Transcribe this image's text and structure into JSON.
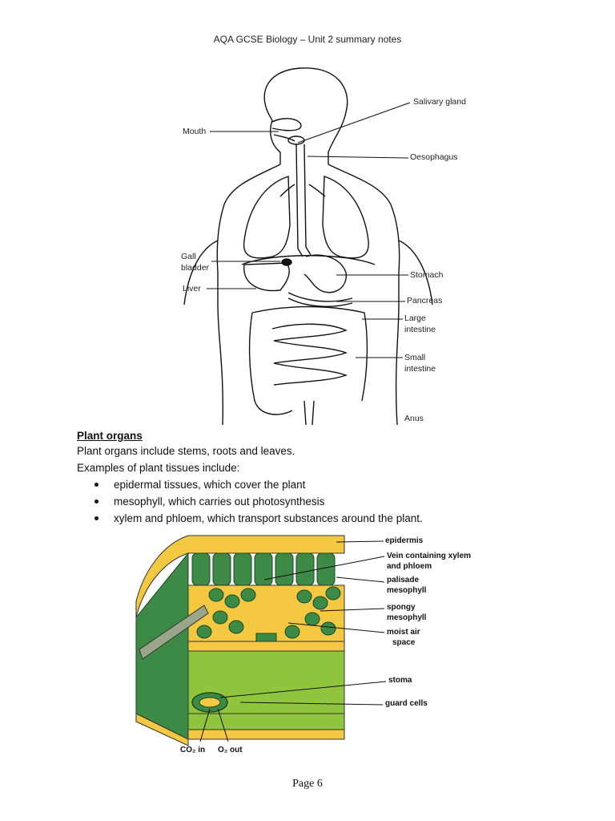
{
  "header": "AQA GCSE Biology – Unit 2 summary notes",
  "digestive_labels": {
    "salivary": "Salivary gland",
    "mouth": "Mouth",
    "oesophagus": "Oesophagus",
    "gall1": "Gall",
    "gall2": "bladder",
    "liver": "Liver",
    "stomach": "Stomach",
    "pancreas": "Pancreas",
    "large1": "Large",
    "large2": "intestine",
    "small1": "Small",
    "small2": "intestine",
    "anus": "Anus"
  },
  "section": {
    "heading": "Plant organs",
    "line1": "Plant organs include stems, roots and leaves.",
    "line2": "Examples of plant tissues include:",
    "bullets": [
      "epidermal tissues, which cover the plant",
      "mesophyll, which carries out photosynthesis",
      "xylem and phloem, which transport substances around the plant."
    ]
  },
  "leaf_labels": {
    "epidermis": "epidermis",
    "vein1": "Vein containing xylem",
    "vein2": "and phloem",
    "palisade1": "palisade",
    "palisade2": "mesophyll",
    "spongy1": "spongy",
    "spongy2": "mesophyll",
    "air1": "moist air",
    "air2": "space",
    "stoma": "stoma",
    "guard": "guard cells",
    "co2": "CO₂ in",
    "o2": "O₂ out"
  },
  "colors": {
    "leaf_yellow": "#f5c842",
    "leaf_green_dark": "#3c8a46",
    "leaf_green_light": "#8fc43c"
  },
  "footer": "Page 6"
}
